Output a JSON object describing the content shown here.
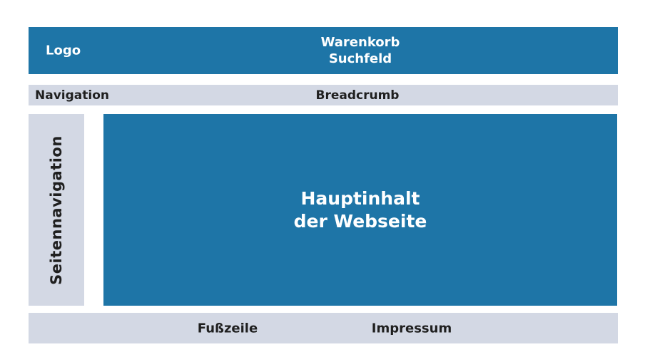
{
  "colors": {
    "accent": "#1e75a7",
    "muted": "#d3d8e4",
    "text_dark": "#1f1f1f",
    "text_light": "#ffffff",
    "background": "#ffffff"
  },
  "header": {
    "logo_label": "Logo",
    "cart_label": "Warenkorb",
    "search_label": "Suchfeld"
  },
  "navbar": {
    "navigation_label": "Navigation",
    "breadcrumb_label": "Breadcrumb"
  },
  "sidebar": {
    "label": "Seitennavigation"
  },
  "main": {
    "line1": "Hauptinhalt",
    "line2": "der Webseite"
  },
  "footer": {
    "footer_label": "Fußzeile",
    "imprint_label": "Impressum"
  }
}
